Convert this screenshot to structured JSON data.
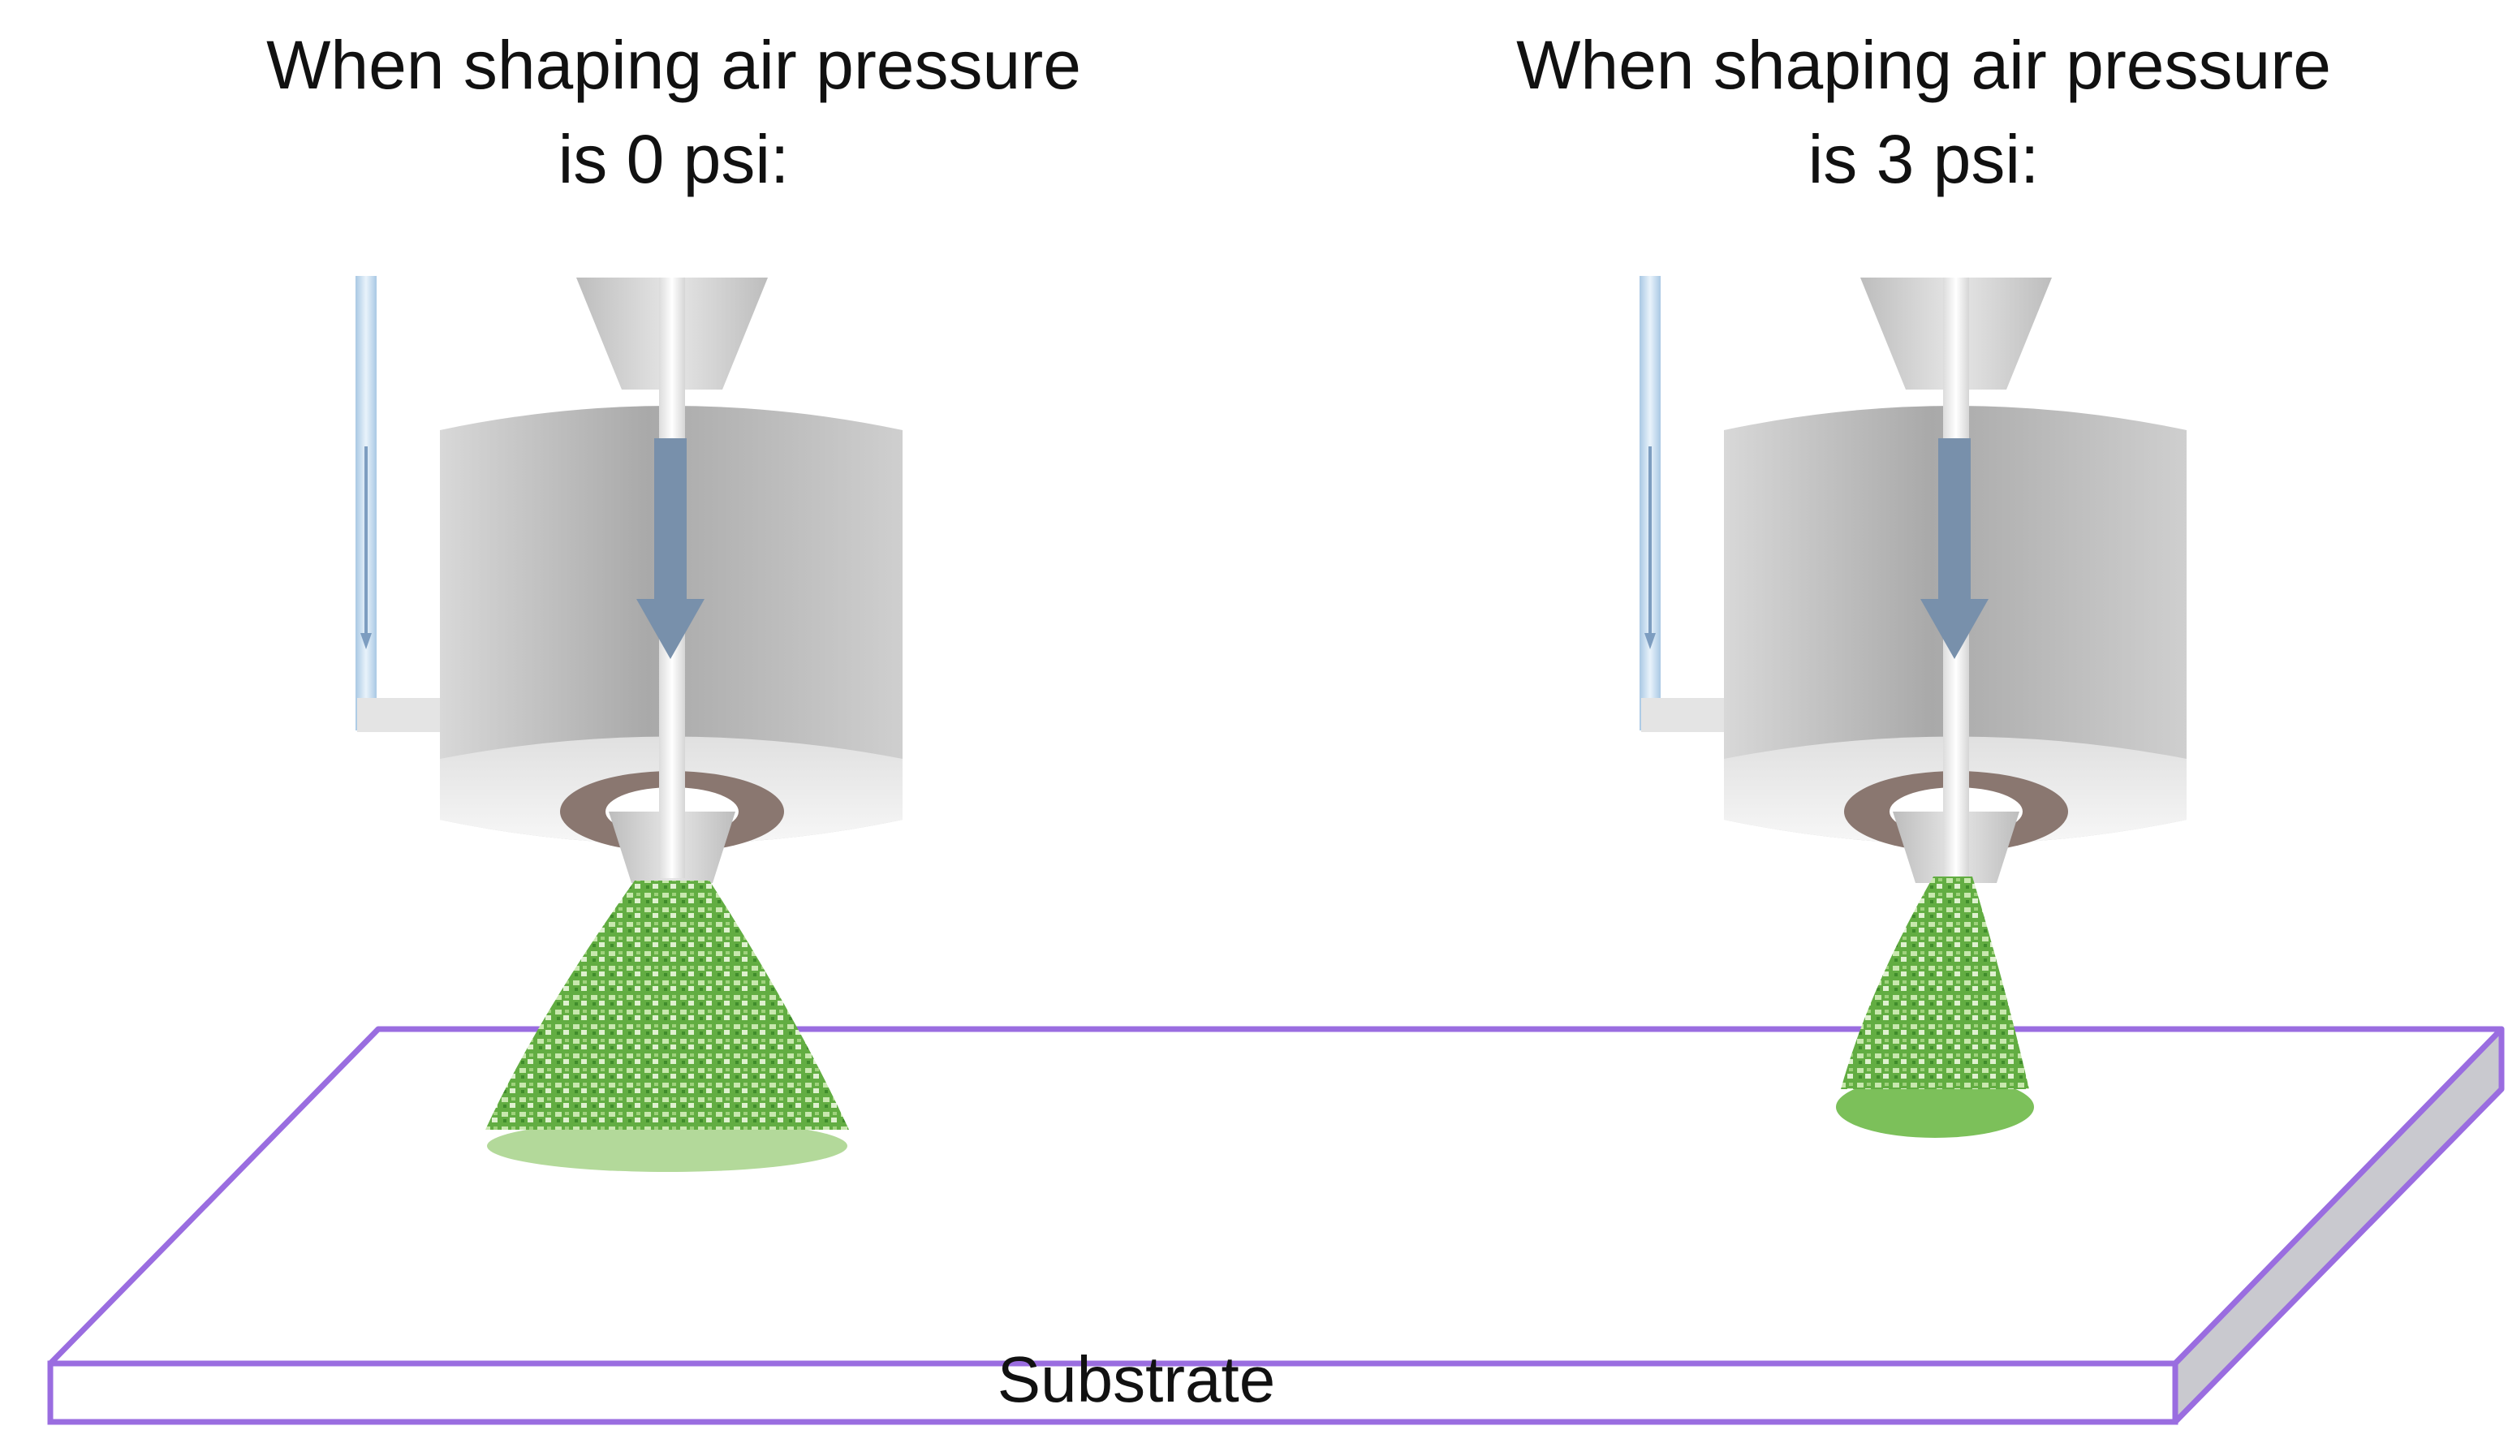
{
  "titles": {
    "left": {
      "line1": "When shaping  air pressure",
      "line2": "is 0 psi:"
    },
    "right": {
      "line1": "When shaping  air pressure",
      "line2": "is 3 psi:"
    }
  },
  "substrate": {
    "label": "Substrate"
  },
  "colors": {
    "substrate_edge": "#9a6de0",
    "substrate_side": "#c9c9cf",
    "nozzle_body": "#c4c4c4",
    "flow_arrow": "#7890ab",
    "spray_dark": "#5aa83c",
    "spray_light": "#b5dd96",
    "deposit_wide": "#b3d99a",
    "deposit_narrow": "#7cc05a",
    "air_line": "#b9d4ea",
    "orifice_ring": "#8a7770"
  },
  "icons": {
    "left": "spray-nozzle-icon",
    "right": "spray-nozzle-icon"
  }
}
